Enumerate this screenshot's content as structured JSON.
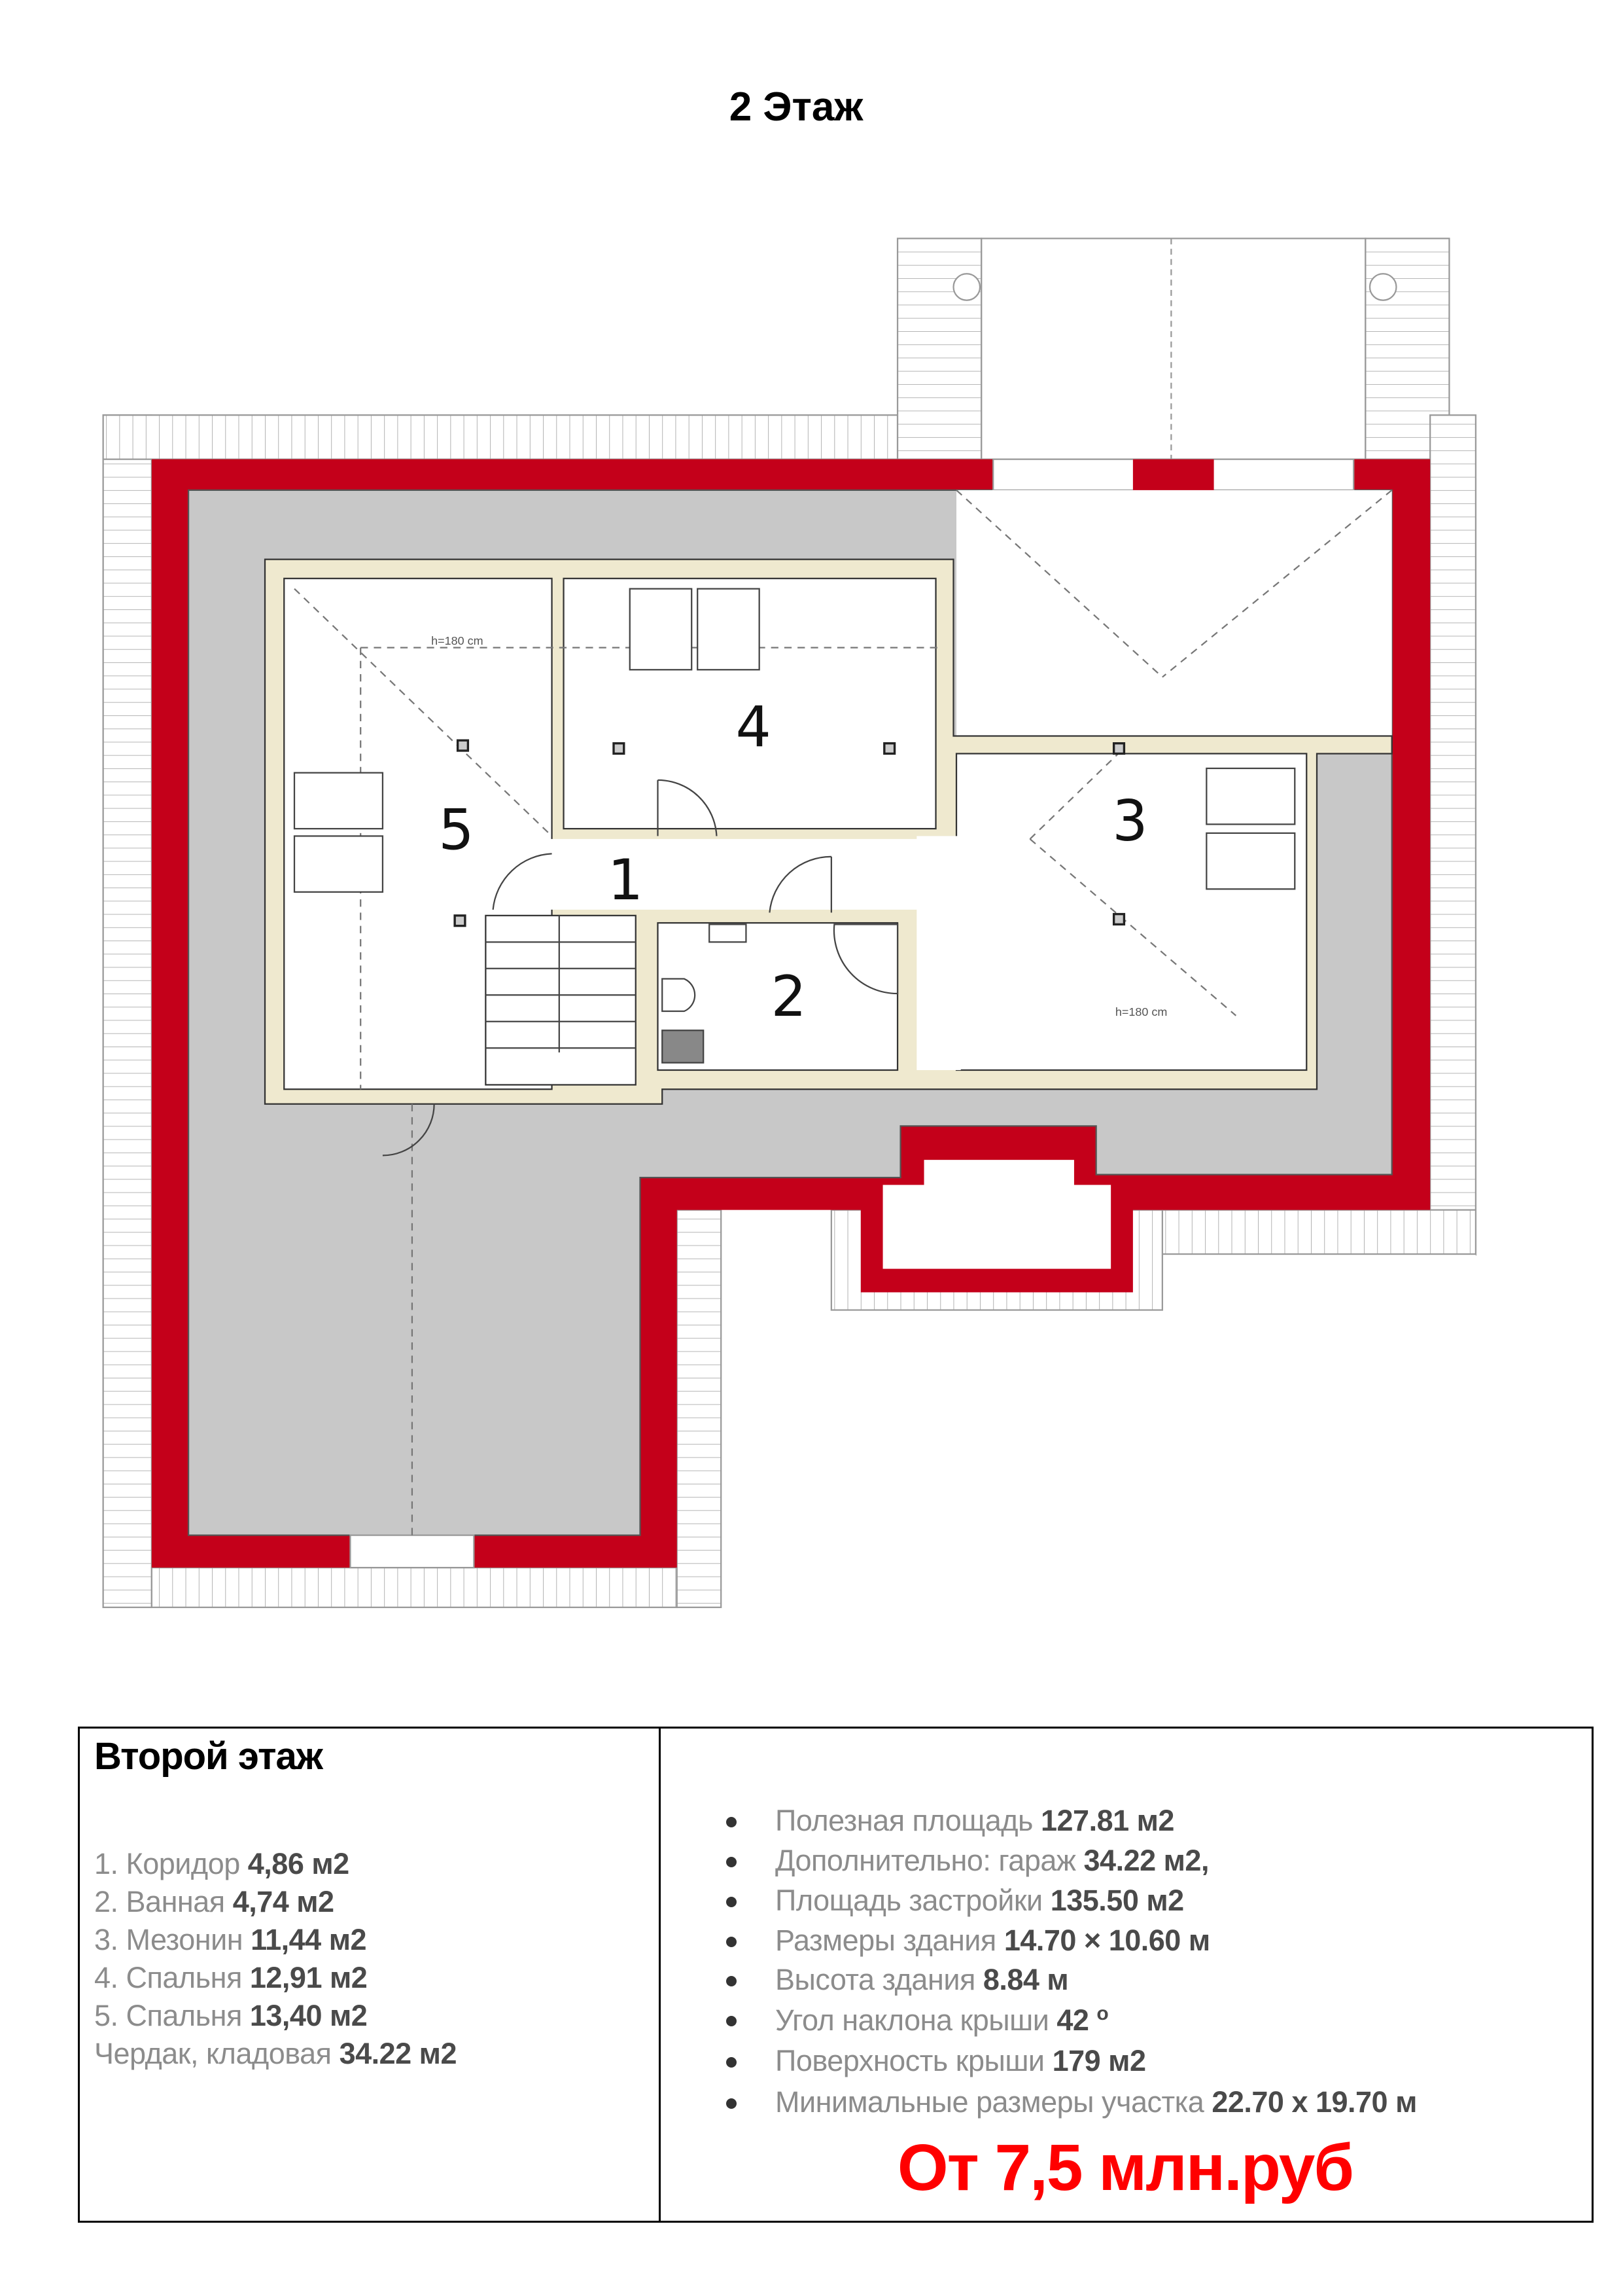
{
  "page_title": "2 Этаж",
  "plan": {
    "room_labels": [
      "1",
      "2",
      "3",
      "4",
      "5"
    ],
    "height_label_1": "h=180 cm",
    "height_label_2": "h=180 cm",
    "colors": {
      "wall": "#c4001a",
      "attic": "#c8c8c8",
      "partition": "#efe9cf"
    }
  },
  "rooms_section": {
    "heading": "Второй этаж",
    "rooms": [
      {
        "label": "1. Коридор",
        "area": "4,86 м2"
      },
      {
        "label": "2. Ванная",
        "area": "4,74 м2"
      },
      {
        "label": "3. Мезонин",
        "area": "11,44 м2"
      },
      {
        "label": "4. Спальня",
        "area": "12,91 м2"
      },
      {
        "label": "5. Спальня",
        "area": "13,40 м2"
      },
      {
        "label": "Чердак, кладовая",
        "area": "34.22 м2"
      }
    ]
  },
  "specs": [
    {
      "label": "Полезная площадь",
      "value": "127.81 м2"
    },
    {
      "label": "Дополнительно: гараж",
      "value": "34.22 м2,"
    },
    {
      "label": "Площадь застройки",
      "value": "135.50 м2"
    },
    {
      "label": "Размеры здания",
      "value": "14.70 × 10.60 м"
    },
    {
      "label": "Высота здания",
      "value": "8.84 м"
    },
    {
      "label": "Угол наклона крыши",
      "value": "42",
      "suffix": "o"
    },
    {
      "label": "Поверхность крыши",
      "value": "179 м2"
    },
    {
      "label": "Минимальные размеры участка",
      "value": "22.70 x 19.70 м"
    }
  ],
  "price": "От 7,5 млн.руб"
}
